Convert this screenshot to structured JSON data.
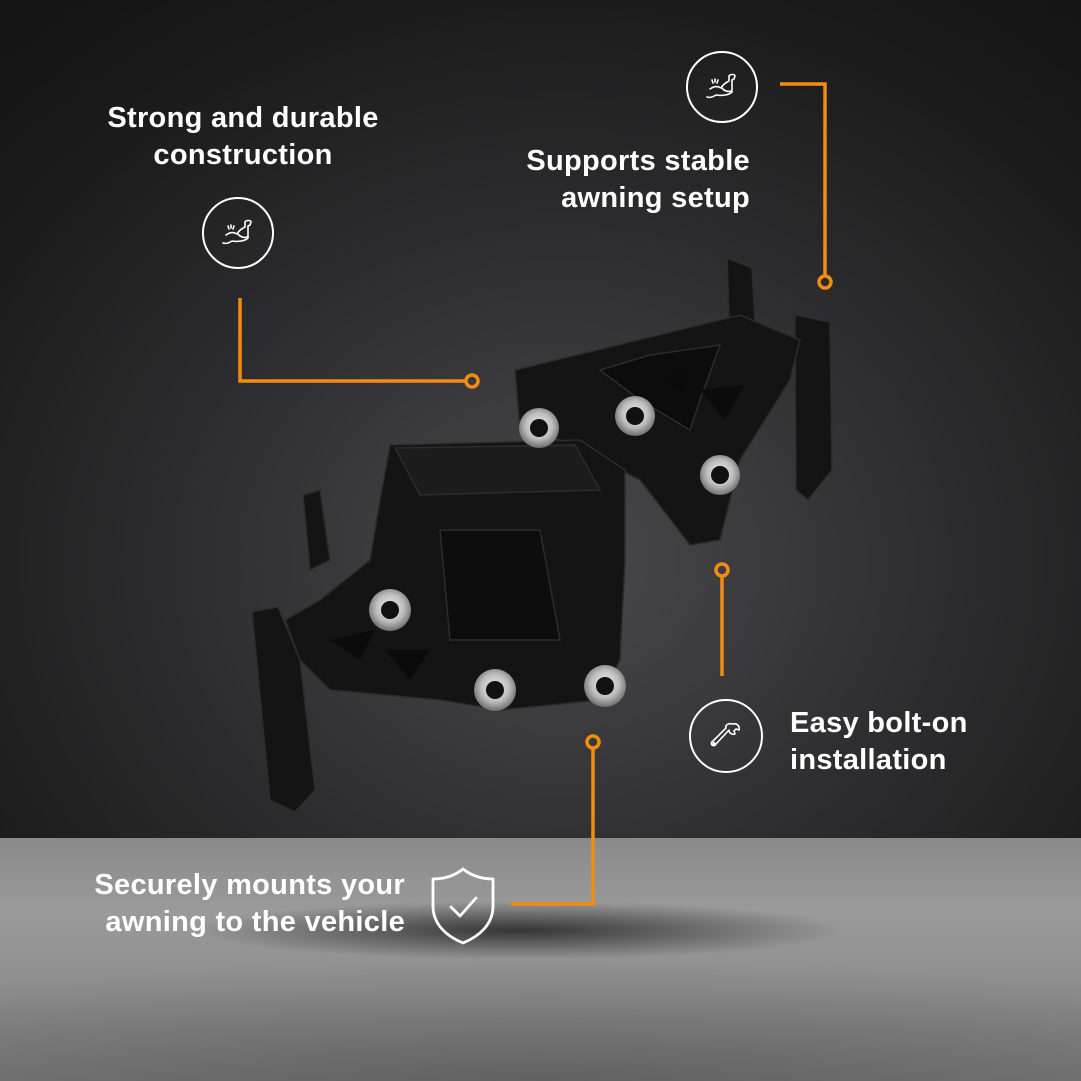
{
  "background": {
    "top_color": "#2e2e30",
    "floor_color": "#8f8f8f",
    "accent": "#f28c12"
  },
  "callouts": [
    {
      "id": "strong-durable",
      "lines": [
        "Strong and durable",
        "construction"
      ],
      "icon": "flexed-bicep-icon"
    },
    {
      "id": "stable-setup",
      "lines": [
        "Supports stable",
        "awning setup"
      ],
      "icon": "flexed-bicep-icon"
    },
    {
      "id": "bolt-on",
      "lines": [
        "Easy bolt-on",
        "installation"
      ],
      "icon": "wrench-icon"
    },
    {
      "id": "secure-mount",
      "lines": [
        "Securely mounts your",
        "awning to the vehicle"
      ],
      "icon": "shield-check-icon"
    }
  ],
  "product": {
    "name": "awning mounting brackets",
    "color": "#111111"
  }
}
